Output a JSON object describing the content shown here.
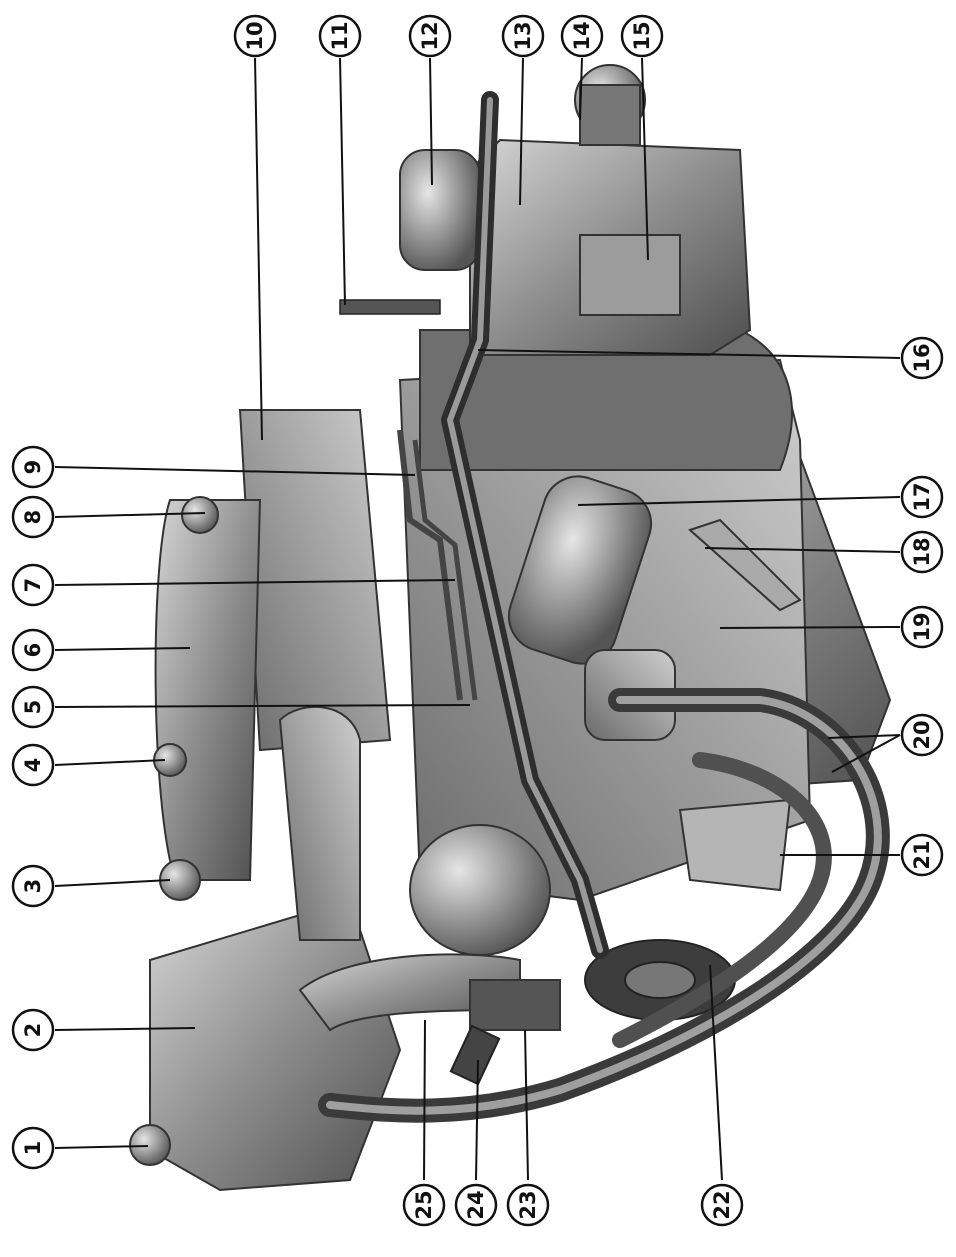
{
  "figure": {
    "callouts": [
      "1",
      "2",
      "3",
      "4",
      "5",
      "6",
      "7",
      "8",
      "9",
      "10",
      "11",
      "12",
      "13",
      "14",
      "15",
      "16",
      "17",
      "18",
      "19",
      "20",
      "21",
      "22",
      "23",
      "24",
      "25"
    ]
  },
  "colors": {
    "background": "#ffffff",
    "engine_dark": "#4a4a4a",
    "engine_mid": "#8a8a8a",
    "engine_light": "#c8c8c8",
    "callout_stroke": "#111111"
  }
}
